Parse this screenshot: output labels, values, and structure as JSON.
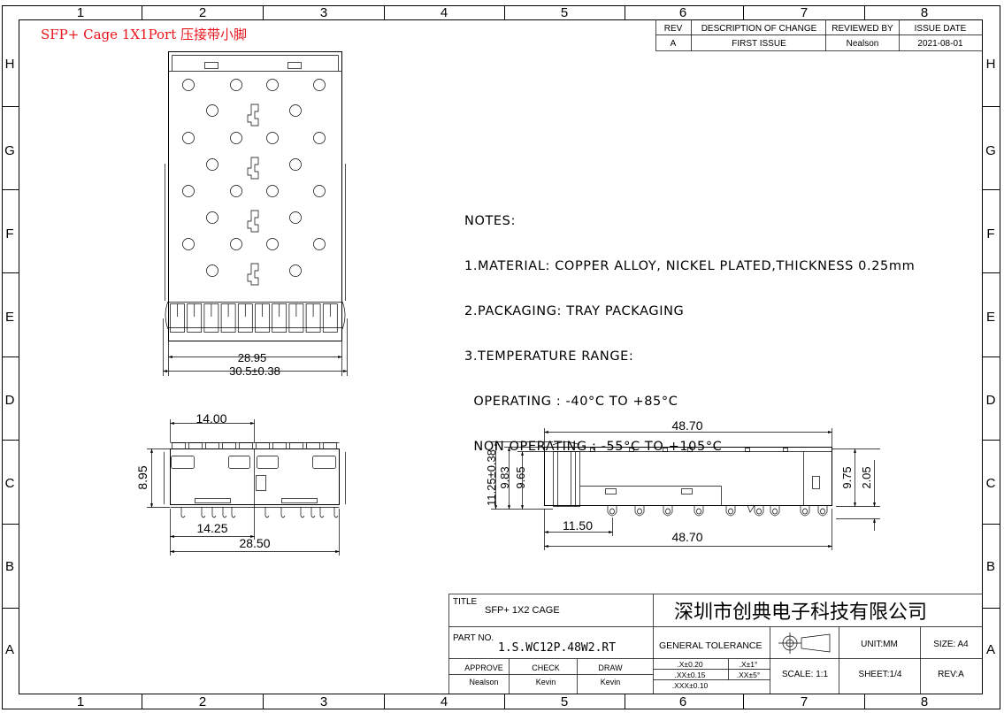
{
  "zone_columns": [
    "1",
    "2",
    "3",
    "4",
    "5",
    "6",
    "7",
    "8"
  ],
  "zone_rows": [
    "H",
    "G",
    "F",
    "E",
    "D",
    "C",
    "B",
    "A"
  ],
  "header_note": "SFP+ Cage 1X1Port 压接带小脚",
  "revision_table": {
    "headers": [
      "REV",
      "DESCRIPTION OF CHANGE",
      "REVIEWED BY",
      "ISSUE DATE"
    ],
    "row": [
      "A",
      "FIRST ISSUE",
      "Nealson",
      "2021-08-01"
    ]
  },
  "notes": [
    "NOTES:",
    "1.MATERIAL: COPPER ALLOY, NICKEL PLATED,THICKNESS 0.25mm",
    "2.PACKAGING: TRAY PACKAGING",
    "3.TEMPERATURE RANGE:",
    "  OPERATING : -40°C TO +85°C",
    "  NON OPERATING : -55°C TO +105°C"
  ],
  "dimensions": {
    "top_inner_width": "28.95",
    "top_outer_width": "30.5±0.38",
    "front_half": "14.00",
    "front_height": "8.95",
    "front_pin_half": "14.25",
    "front_pin_width": "28.50",
    "side_length_top": "48.70",
    "side_length_bottom": "48.70",
    "side_h1": "11.25±0.38",
    "side_h2": "9.83",
    "side_h3": "9.65",
    "side_h4": "9.75",
    "side_h5": "2.05",
    "side_pin_offset": "11.50"
  },
  "title_block": {
    "title_label": "TITLE",
    "title_value": "SFP+ 1X2 CAGE",
    "company": "深圳市创典电子科技有限公司",
    "part_label": "PART NO.",
    "part_value": "1.S.WC12P.48W2.RT",
    "general_tolerance": "GENERAL TOLERANCE",
    "unit": "UNIT:MM",
    "size": "SIZE: A4",
    "approve_label": "APPROVE",
    "check_label": "CHECK",
    "draw_label": "DRAW",
    "approve_value": "Nealson",
    "check_value": "Kevin",
    "draw_value": "Kevin",
    "tol_x": ".X±0.20",
    "tol_xx": ".XX±0.15",
    "tol_xxx": ".XXX±0.10",
    "tol_ang_x": ".X±1°",
    "tol_ang_xx": ".XX±5°",
    "scale": "SCALE:  1:1",
    "sheet": "SHEET:1/4",
    "rev": "REV:A"
  }
}
